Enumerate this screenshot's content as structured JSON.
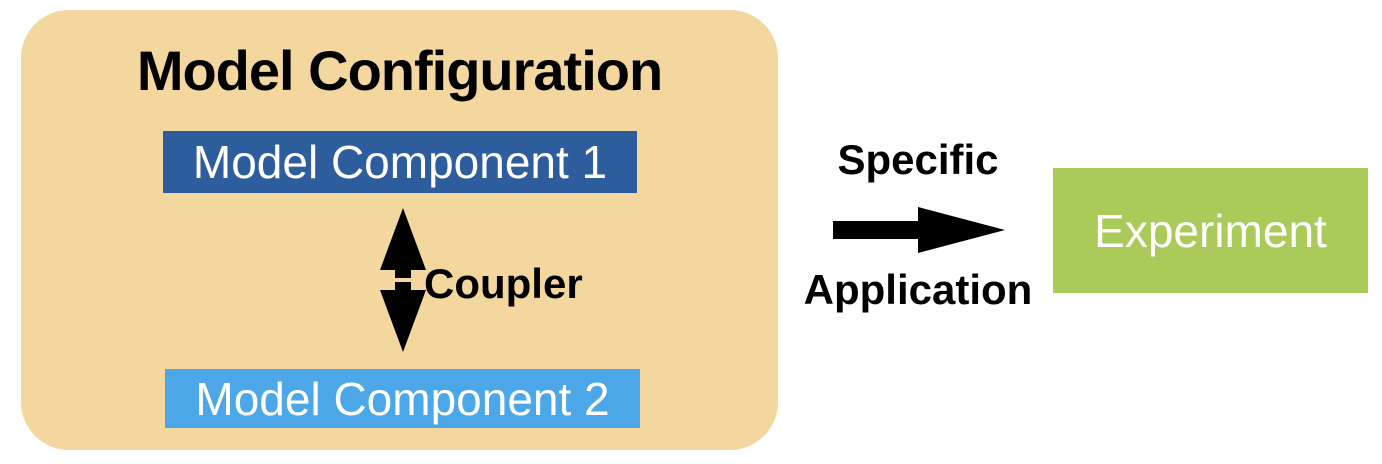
{
  "diagram": {
    "model_configuration": {
      "title": "Model Configuration",
      "component1_label": "Model Component 1",
      "component2_label": "Model Component 2",
      "coupler_label": "Coupler"
    },
    "transition": {
      "label_top": "Specific",
      "label_bottom": "Application",
      "arrow_direction": "right"
    },
    "experiment": {
      "label": "Experiment"
    },
    "icons": {
      "coupler_arrow": "vertical-double-headed-block-arrow",
      "transition_arrow": "right-block-arrow"
    },
    "colors": {
      "background": "#FFFFFF",
      "config_group_bg": "#F4D69F",
      "component1_bg": "#2E5D9D",
      "component2_bg": "#4BA7E8",
      "experiment_bg": "#AACB5A",
      "arrow_fill": "#000000",
      "dark_text": "#000000",
      "light_text": "#FFFFFF"
    }
  }
}
